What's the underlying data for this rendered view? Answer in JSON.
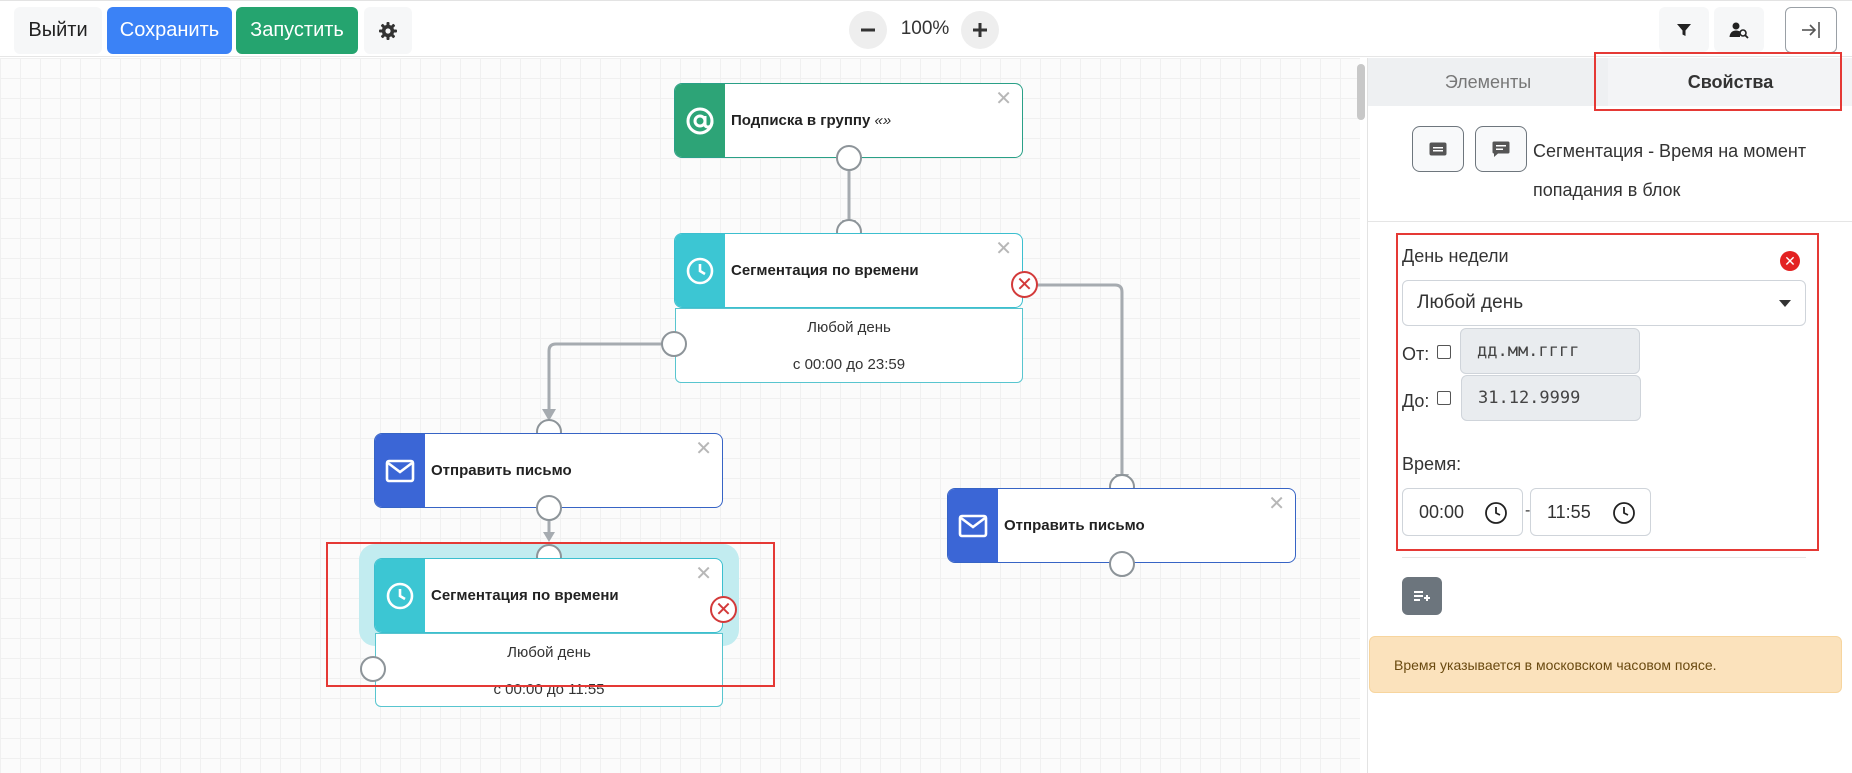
{
  "toolbar": {
    "exit_label": "Выйти",
    "save_label": "Сохранить",
    "run_label": "Запустить",
    "zoom_level": "100%"
  },
  "canvas": {
    "nodes": [
      {
        "title": "Подписка в группу",
        "suffix": "«»",
        "icon": "at-icon"
      },
      {
        "title": "Сегментация по времени",
        "icon": "clock-icon",
        "line1": "Любой день",
        "line2": "с 00:00 до 23:59"
      },
      {
        "title": "Отправить письмо",
        "icon": "envelope-icon"
      },
      {
        "title": "Отправить письмо",
        "icon": "envelope-icon"
      },
      {
        "title": "Сегментация по времени",
        "icon": "clock-icon",
        "line1": "Любой день",
        "line2": "с 00:00 до 11:55"
      }
    ]
  },
  "panel": {
    "tabs": [
      {
        "label": "Элементы",
        "active": false
      },
      {
        "label": "Свойства",
        "active": true
      }
    ],
    "segment_title": "Сегментация - Время на момент попадания в блок",
    "day_label": "День недели",
    "day_value": "Любой день",
    "from_label": "От:",
    "from_placeholder": "дд.мм.гггг",
    "to_label": "До:",
    "to_value": "31.12.9999",
    "time_label": "Время:",
    "time_from": "00:00",
    "time_sep": "-",
    "time_to": "11:55",
    "notice": "Время указывается в московском часовом поясе."
  },
  "colors": {
    "save": "#3b82f6",
    "run": "#25a46f",
    "teal_node": "#3cc6d3",
    "green_node": "#2da477",
    "blue_node": "#3b66d6",
    "error": "#e32222",
    "notice_bg": "#fbe2bc"
  }
}
